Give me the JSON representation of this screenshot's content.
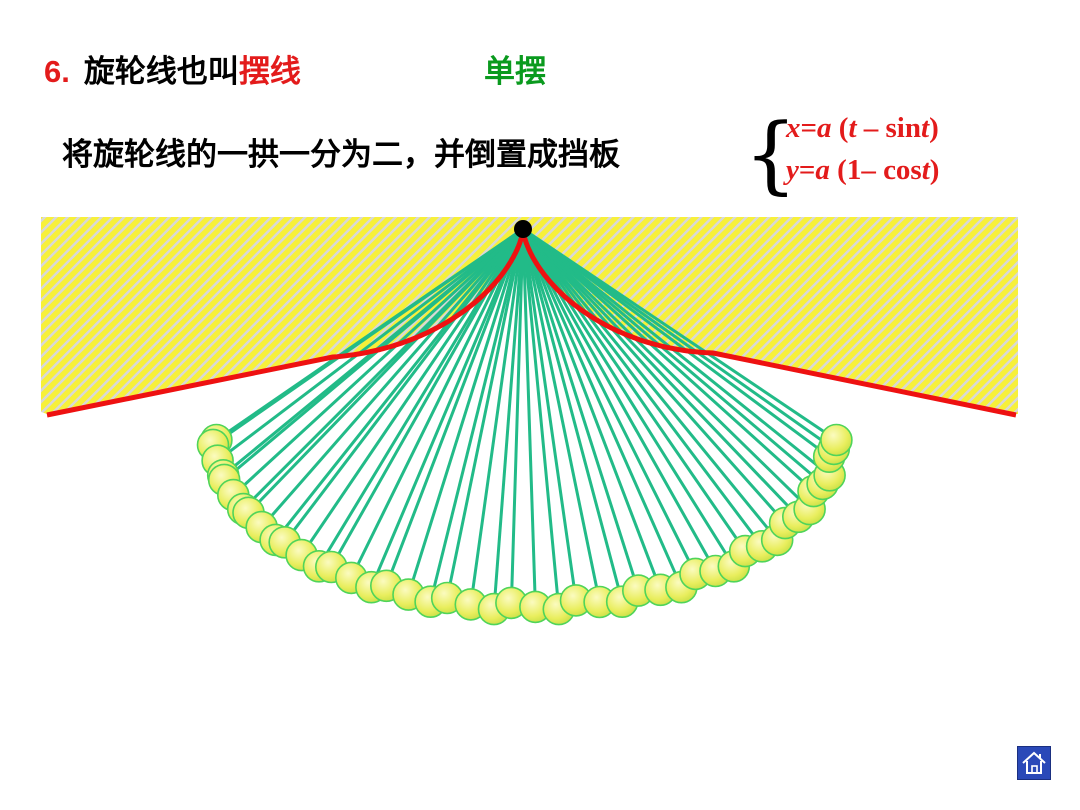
{
  "slide": {
    "number": "6.",
    "title_prefix": "旋轮线也叫",
    "title_highlight": "摆线",
    "subtitle": "单摆",
    "description": "将旋轮线的一拱一分为二，并倒置成挡板"
  },
  "equations": {
    "x": {
      "var": "x",
      "eq": "=",
      "a": "a",
      "open": " (",
      "t": "t",
      "mid": " – sin",
      "t2": "t",
      "close": ")"
    },
    "y": {
      "var": "y",
      "eq": "=",
      "a": "a",
      "open": " (1– cos",
      "t": "t",
      "close": ")"
    }
  },
  "colors": {
    "barrier_fill": "#f7f03a",
    "barrier_stripe": "#d8d8d8",
    "curve": "#ee1111",
    "string": "#22bb88",
    "bob_fill": "#eef27a",
    "bob_stroke": "#4fd45a",
    "pivot": "#000000",
    "home_button": "#2a49b8"
  },
  "pendulum": {
    "positions_count": 46,
    "swing_angle_deg": 90
  },
  "icons": {
    "home": "home-icon"
  }
}
